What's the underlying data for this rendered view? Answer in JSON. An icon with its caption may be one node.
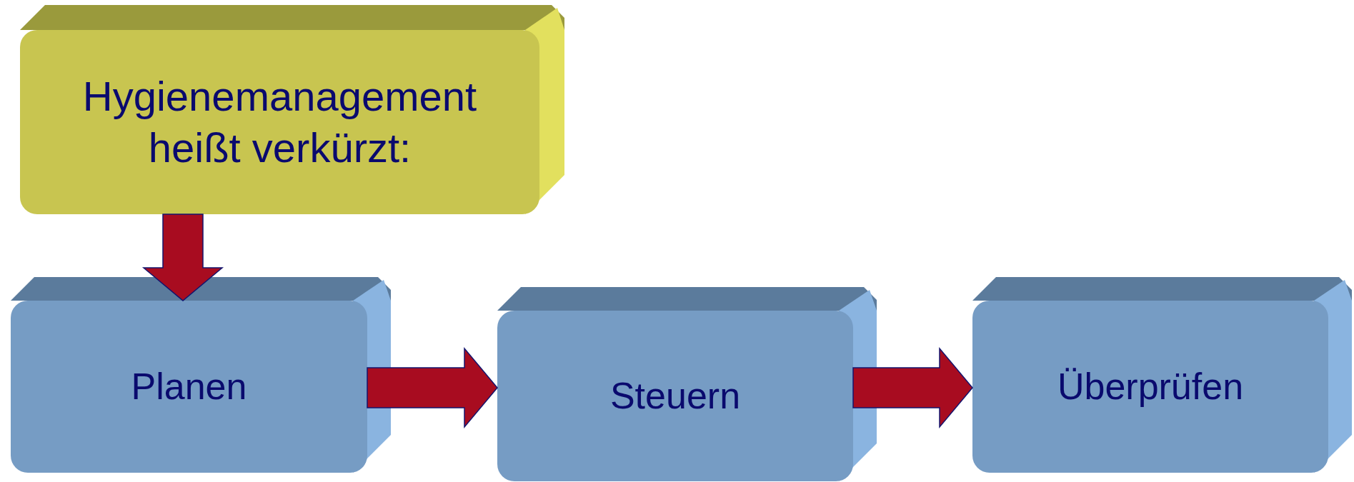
{
  "diagram": {
    "nodes": [
      {
        "text": [
          "Hygienemanagement heißt verkürzt:"
        ]
      },
      {
        "text": [
          "Planen"
        ]
      },
      {
        "text": [
          "Steuern"
        ]
      },
      {
        "text": [
          "Überprüfen"
        ]
      }
    ],
    "edges": [
      {
        "from": 0,
        "to": 1,
        "arrow": "to"
      },
      {
        "from": 1,
        "to": 2,
        "arrow": "to"
      },
      {
        "from": 2,
        "to": 3,
        "arrow": "to"
      }
    ]
  }
}
